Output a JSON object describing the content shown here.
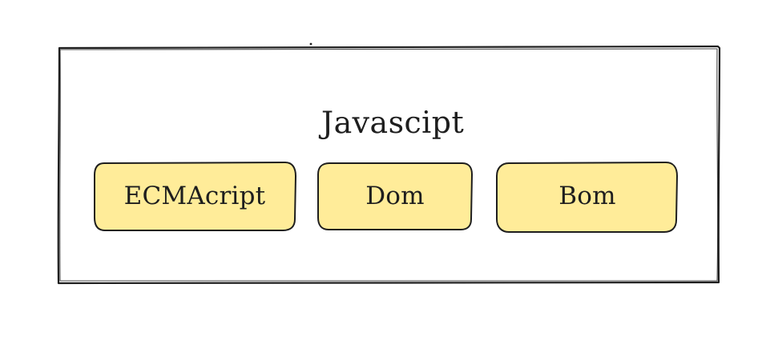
{
  "diagram": {
    "title": "Javascipt",
    "nodes": [
      {
        "label": "ECMAcript",
        "fill": "#ffec99"
      },
      {
        "label": "Dom",
        "fill": "#ffec99"
      },
      {
        "label": "Bom",
        "fill": "#ffec99"
      }
    ],
    "colors": {
      "outline": "#1e1e1e",
      "node_fill": "#ffec99",
      "background": "#ffffff"
    }
  }
}
